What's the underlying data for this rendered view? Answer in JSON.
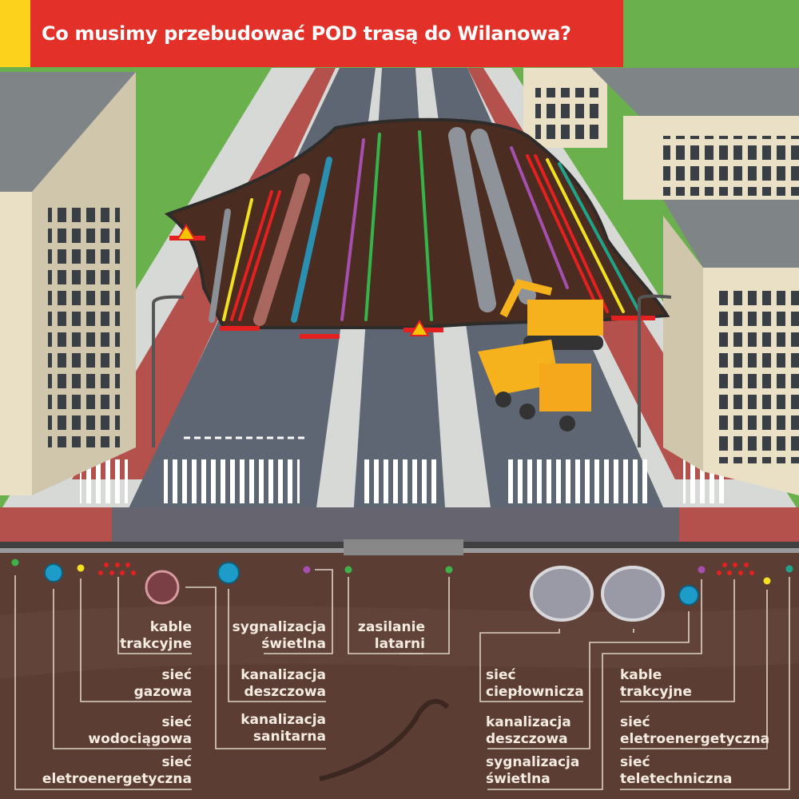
{
  "title": "Co musimy przebudować POD trasą do Wilanowa?",
  "labels_left": [
    {
      "l1": "kable",
      "l2": "trakcyjne"
    },
    {
      "l1": "sieć",
      "l2": "gazowa"
    },
    {
      "l1": "sieć",
      "l2": "wodociągowa"
    },
    {
      "l1": "sieć",
      "l2": "eletroenergetyczna"
    }
  ],
  "labels_mid": [
    {
      "l1": "sygnalizacja",
      "l2": "świetlna"
    },
    {
      "l1": "kanalizacja",
      "l2": "deszczowa"
    },
    {
      "l1": "kanalizacja",
      "l2": "sanitarna"
    }
  ],
  "label_center": {
    "l1": "zasilanie",
    "l2": "latarni"
  },
  "labels_right_a": [
    {
      "l1": "sieć",
      "l2": "ciepłownicza"
    },
    {
      "l1": "kanalizacja",
      "l2": "deszczowa"
    },
    {
      "l1": "sygnalizacja",
      "l2": "świetlna"
    }
  ],
  "labels_right_b": [
    {
      "l1": "kable",
      "l2": "trakcyjne"
    },
    {
      "l1": "sieć",
      "l2": "eletroenergetyczna"
    },
    {
      "l1": "sieć",
      "l2": "teletechniczna"
    }
  ],
  "colors": {
    "title_bg": "#e3312a",
    "accent": "#fcd21d",
    "soil": "#5b3d33",
    "grass": "#6ab04c"
  }
}
